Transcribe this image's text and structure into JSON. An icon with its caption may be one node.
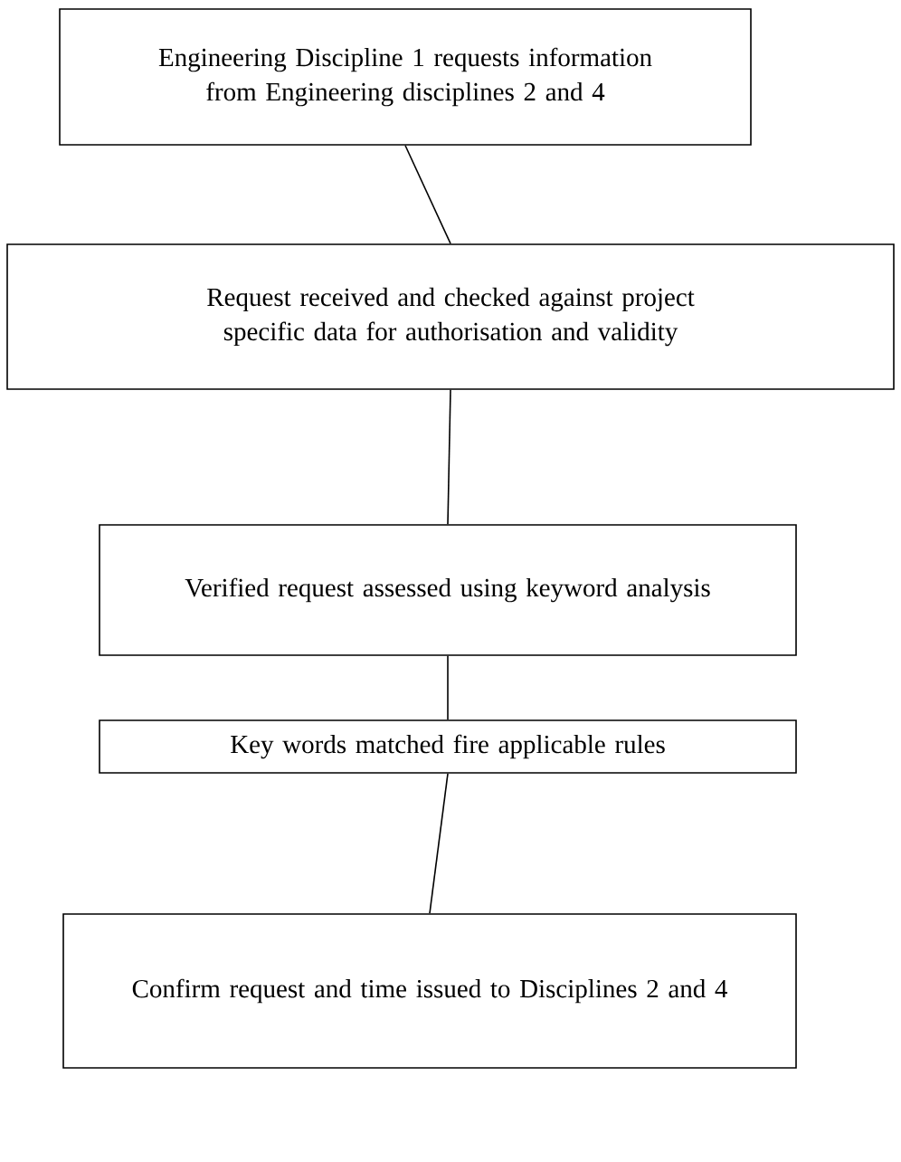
{
  "diagram": {
    "nodes": [
      {
        "text": [
          "Engineering Discipline 1 requests information from Engineering disciplines 2 and 4"
        ]
      },
      {
        "text": [
          "Request received and checked against project specific data for authorisation and validity"
        ]
      },
      {
        "text": [
          "Verified request assessed using keyword analysis"
        ]
      },
      {
        "text": [
          "Key words matched fire applicable rules"
        ]
      },
      {
        "text": [
          "Confirm request and time issued to Disciplines 2 and 4"
        ]
      }
    ],
    "edges": [
      {
        "from": 0,
        "to": 1,
        "arrow": "none"
      },
      {
        "from": 1,
        "to": 2,
        "arrow": "none"
      },
      {
        "from": 2,
        "to": 3,
        "arrow": "none"
      },
      {
        "from": 3,
        "to": 4,
        "arrow": "none"
      }
    ]
  }
}
